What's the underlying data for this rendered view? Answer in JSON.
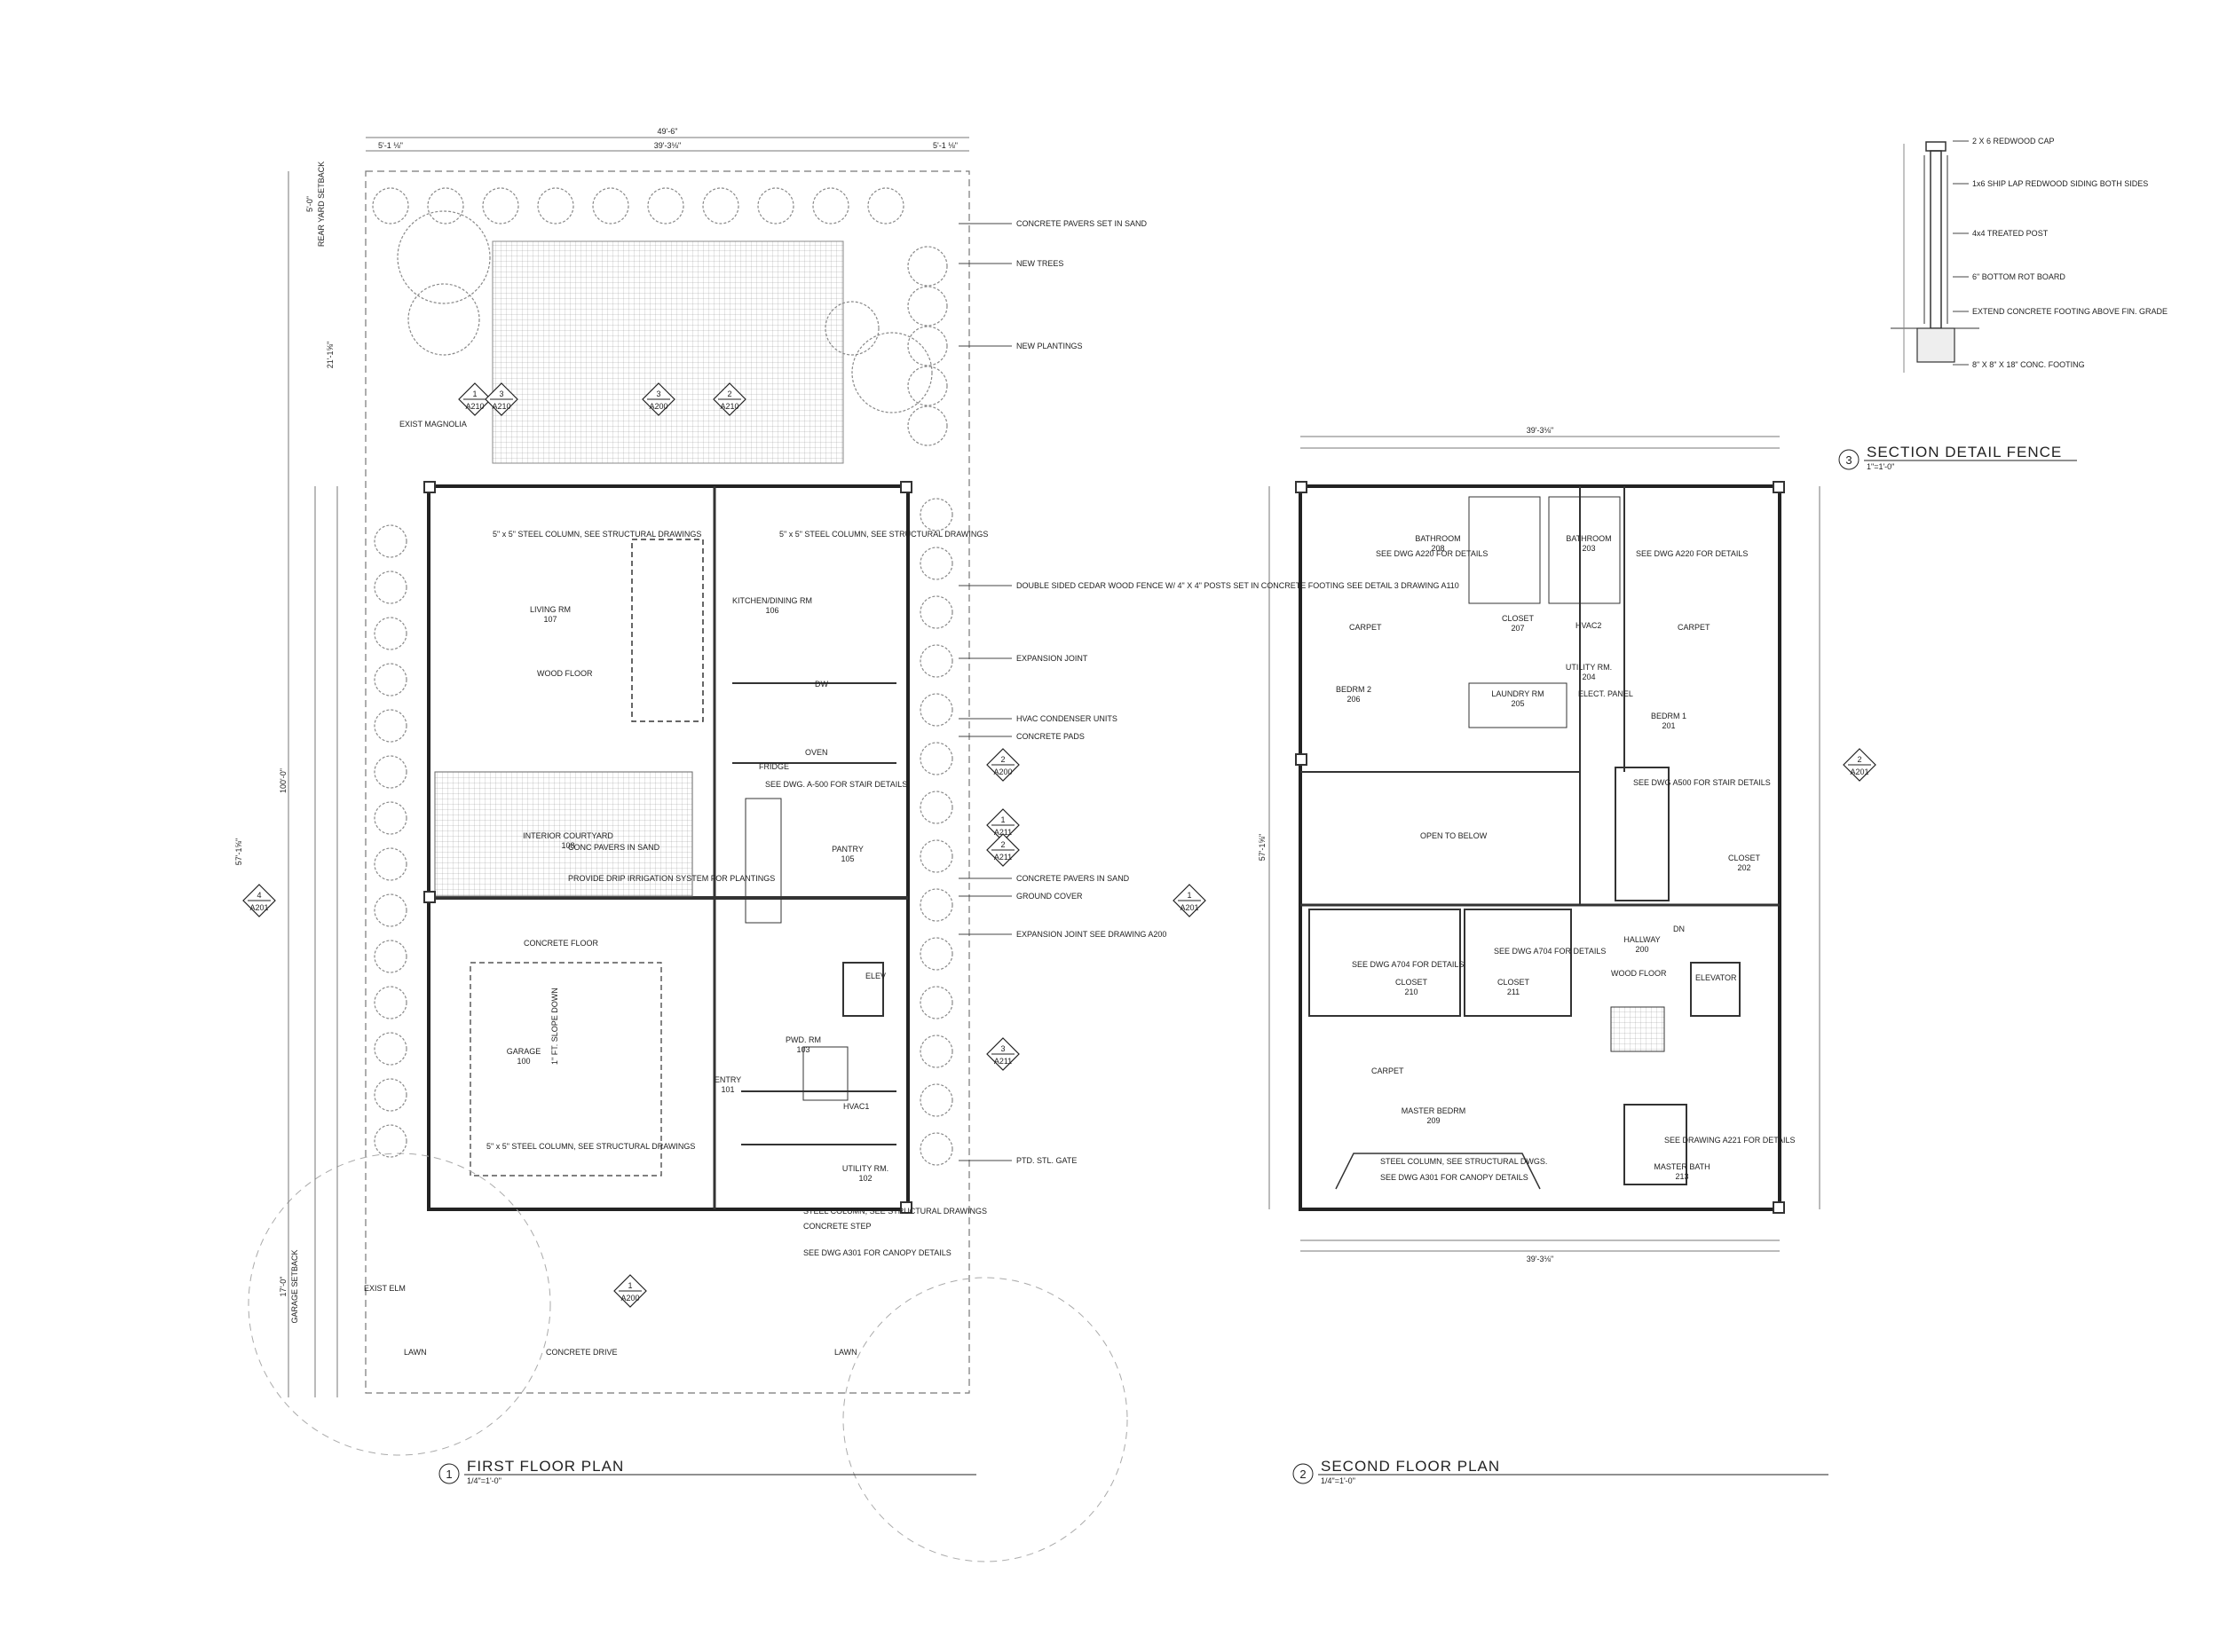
{
  "sheet": {
    "drawings": [
      {
        "number": "1",
        "title": "FIRST FLOOR PLAN",
        "scale": "1/4\"=1'-0\""
      },
      {
        "number": "2",
        "title": "SECOND FLOOR PLAN",
        "scale": "1/4\"=1'-0\""
      },
      {
        "number": "3",
        "title": "SECTION DETAIL FENCE",
        "scale": "1\"=1'-0\""
      }
    ]
  },
  "first_floor": {
    "dims": {
      "overall_width": "49'-6\"",
      "inner_width": "39'-3⅛\"",
      "side_left": "5'-1 ⅛\"",
      "side_right": "5'-1 ⅛\"",
      "overall_depth": "100'-0\"",
      "rear_setback": "5'-0\"",
      "garage_setback": "17'-0\"",
      "lot_left": "21'-1⅝\"",
      "house_depth": "57'-1⅝\""
    },
    "rooms": [
      {
        "name": "LIVING RM",
        "no": "107"
      },
      {
        "name": "KITCHEN/DINING RM",
        "no": "106"
      },
      {
        "name": "INTERIOR COURTYARD",
        "no": "108"
      },
      {
        "name": "GARAGE",
        "no": "100"
      },
      {
        "name": "PANTRY",
        "no": "105"
      },
      {
        "name": "ENTRY",
        "no": "101"
      },
      {
        "name": "PWD. RM",
        "no": "103"
      },
      {
        "name": "UTILITY RM.",
        "no": "102"
      }
    ],
    "labels": {
      "wood_floor": "WOOD FLOOR",
      "concrete_floor": "CONCRETE FLOOR",
      "slope_down": "1\" FT. SLOPE DOWN",
      "exist_magnolia": "EXIST MAGNOLIA",
      "exist_elm": "EXIST ELM",
      "lawn": "LAWN",
      "concrete_drive": "CONCRETE DRIVE",
      "conc_pavers": "CONC PAVERS IN SAND",
      "drip": "PROVIDE DRIP IRRIGATION SYSTEM FOR PLANTINGS",
      "steel_col": "5\" x 5\" STEEL COLUMN, SEE STRUCTURAL DRAWINGS",
      "stair": "SEE DWG. A-500 FOR STAIR DETAILS",
      "fridge": "FRIDGE",
      "oven": "OVEN",
      "dw": "DW",
      "elev": "ELEV",
      "hvac1": "HVAC1",
      "canopy": "SEE DWG A301 FOR CANOPY DETAILS",
      "steel_col2": "STEEL COLUMN, SEE STRUCTURAL DRAWINGS",
      "conc_step": "CONCRETE STEP",
      "rear_setback": "REAR YARD SETBACK",
      "garage_setback": "GARAGE SETBACK"
    },
    "callouts": [
      "CONCRETE PAVERS SET IN SAND",
      "NEW TREES",
      "NEW PLANTINGS",
      "DOUBLE SIDED CEDAR WOOD FENCE W/ 4\" X 4\" POSTS SET IN CONCRETE FOOTING SEE DETAIL 3 DRAWING A110",
      "EXPANSION JOINT",
      "HVAC CONDENSER UNITS",
      "CONCRETE PADS",
      "CONCRETE PAVERS IN SAND",
      "GROUND COVER",
      "EXPANSION JOINT SEE DRAWING A200",
      "PTD. STL. GATE"
    ]
  },
  "second_floor": {
    "dims": {
      "overall_width": "39'-3⅛\"",
      "depth": "57'-1⅝\""
    },
    "rooms": [
      {
        "name": "BATHROOM",
        "no": "208"
      },
      {
        "name": "BATHROOM",
        "no": "203"
      },
      {
        "name": "BEDRM 2",
        "no": "206"
      },
      {
        "name": "BEDRM 1",
        "no": "201"
      },
      {
        "name": "LAUNDRY RM",
        "no": "205"
      },
      {
        "name": "CLOSET",
        "no": "207"
      },
      {
        "name": "UTILITY RM.",
        "no": "204"
      },
      {
        "name": "CLOSET",
        "no": "210"
      },
      {
        "name": "CLOSET",
        "no": "211"
      },
      {
        "name": "HALLWAY",
        "no": "200"
      },
      {
        "name": "CLOSET",
        "no": "202"
      },
      {
        "name": "MASTER BEDRM",
        "no": "209"
      },
      {
        "name": "MASTER BATH",
        "no": "213"
      }
    ],
    "labels": {
      "carpet": "CARPET",
      "wood_floor": "WOOD FLOOR",
      "elevator": "ELEVATOR",
      "open_below": "OPEN TO BELOW",
      "hvac2": "HVAC2",
      "elect": "ELECT. PANEL",
      "see_a220": "SEE DWG A220 FOR DETAILS",
      "see_a704": "SEE DWG A704 FOR DETAILS",
      "see_a500": "SEE DWG A500 FOR STAIR DETAILS",
      "see_a221": "SEE DRAWING A221 FOR DETAILS",
      "steel_col": "STEEL COLUMN, SEE STRUCTURAL DWGS.",
      "canopy": "SEE DWG A301 FOR CANOPY DETAILS",
      "dn": "DN"
    }
  },
  "fence_detail": {
    "notes": [
      "2 X 6 REDWOOD CAP",
      "1x6 SHIP LAP REDWOOD SIDING BOTH SIDES",
      "4x4 TREATED POST",
      "6\" BOTTOM ROT BOARD",
      "EXTEND CONCRETE FOOTING ABOVE FIN. GRADE",
      "8\" X 8\" X 18\" CONC. FOOTING"
    ]
  },
  "section_tags": [
    {
      "num": "1",
      "sheet": "A210"
    },
    {
      "num": "3",
      "sheet": "A210"
    },
    {
      "num": "3",
      "sheet": "A200"
    },
    {
      "num": "2",
      "sheet": "A210"
    },
    {
      "num": "1",
      "sheet": "A200"
    },
    {
      "num": "4",
      "sheet": "A201"
    },
    {
      "num": "2",
      "sheet": "A200"
    },
    {
      "num": "1",
      "sheet": "A211"
    },
    {
      "num": "2",
      "sheet": "A211"
    },
    {
      "num": "3",
      "sheet": "A211"
    },
    {
      "num": "1",
      "sheet": "A201"
    },
    {
      "num": "2",
      "sheet": "A201"
    }
  ]
}
